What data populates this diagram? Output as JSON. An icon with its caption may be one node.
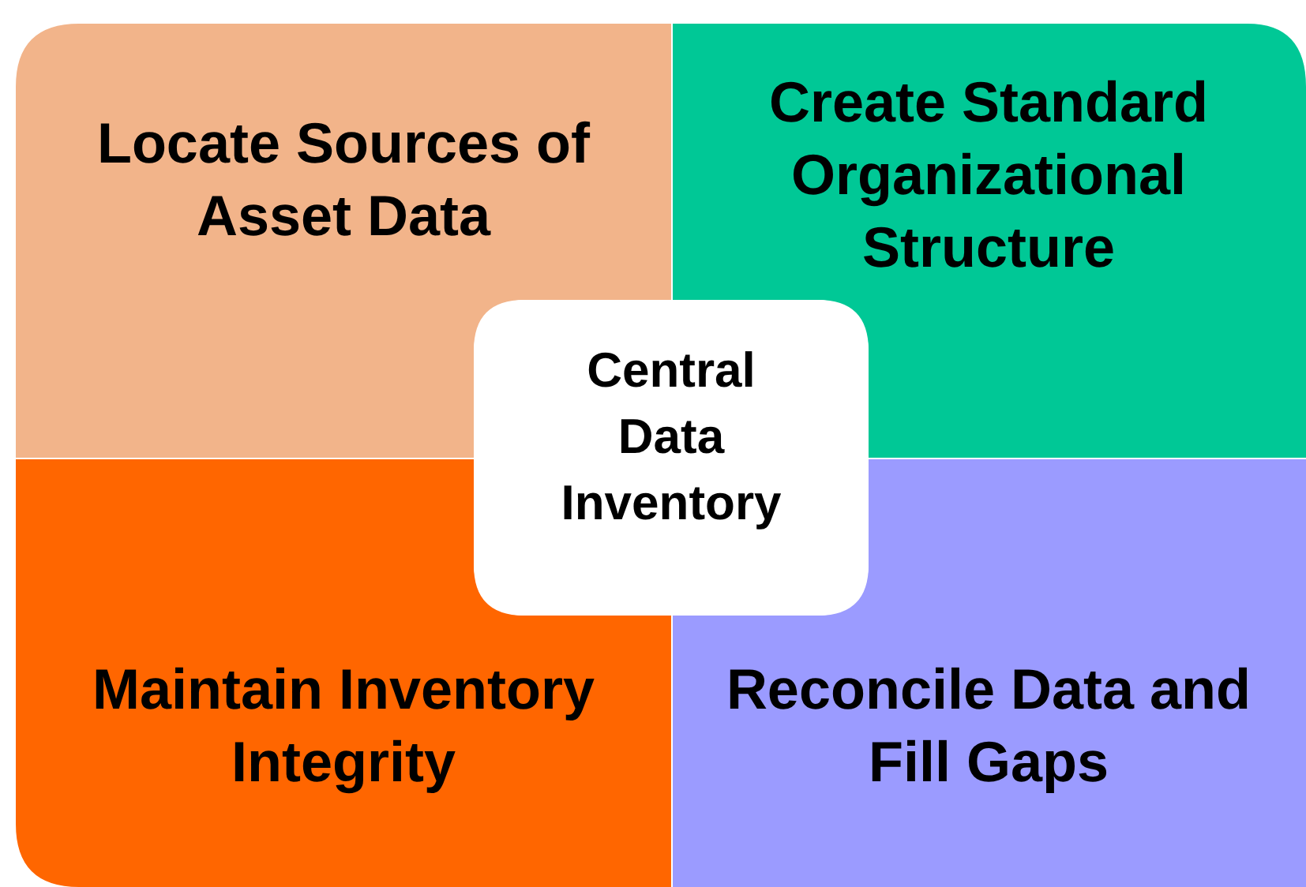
{
  "diagram": {
    "nodes": [
      {
        "text": [
          "Locate Sources of Asset Data"
        ]
      },
      {
        "text": [
          "Create Standard Organizational Structure"
        ]
      },
      {
        "text": [
          "Central Data Inventory"
        ]
      },
      {
        "text": [
          "Maintain Inventory Integrity"
        ]
      },
      {
        "text": [
          "Reconcile Data and Fill Gaps"
        ]
      }
    ]
  }
}
